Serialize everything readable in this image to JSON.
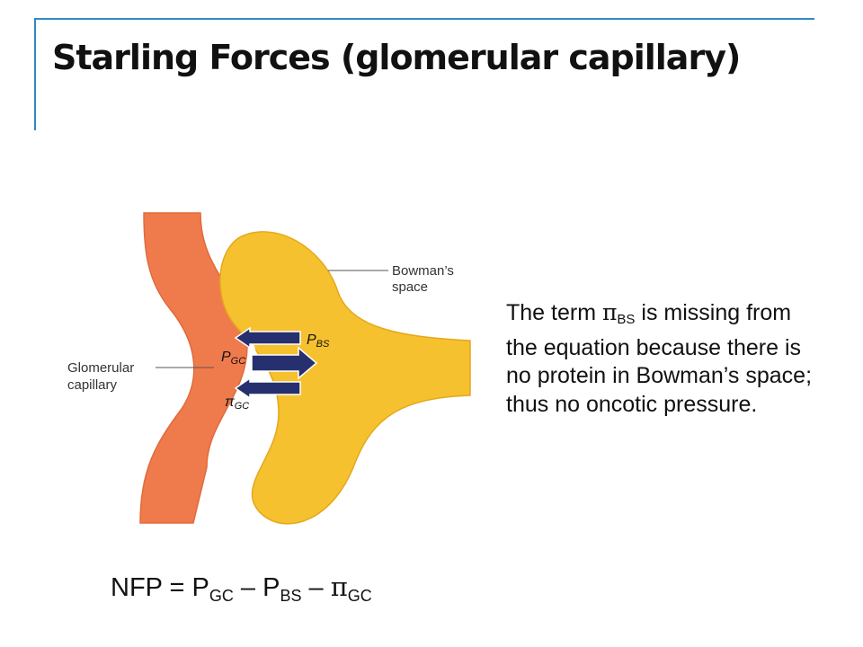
{
  "slide": {
    "title": "Starling Forces (glomerular capillary)"
  },
  "diagram": {
    "labels": {
      "bowmans_space_line1": "Bowman’s",
      "bowmans_space_line2": "space",
      "glomerular_capillary_line1": "Glomerular",
      "glomerular_capillary_line2": "capillary",
      "p_bs_main": "P",
      "p_bs_sub": "BS",
      "p_gc_main": "P",
      "p_gc_sub": "GC",
      "pi_gc_main": "π",
      "pi_gc_sub": "GC"
    },
    "colors": {
      "capillary": "#ef7b4c",
      "capillary_edge": "#e06a3c",
      "bowmans": "#f6c12e",
      "bowmans_edge": "#e4a81c",
      "arrow": "#27306e",
      "frame": "#2e8bc0"
    }
  },
  "explanation": {
    "prefix": "The term ",
    "pi": "π",
    "sub": "BS",
    "rest": " is missing from the equation because there is no protein in Bowman’s space; thus no oncotic pressure."
  },
  "equation": {
    "nfp": "NFP = P",
    "sub1": "GC",
    "minus1": " – P",
    "sub2": "BS",
    "minus2": " – ",
    "pi": "π",
    "sub3": "GC"
  }
}
